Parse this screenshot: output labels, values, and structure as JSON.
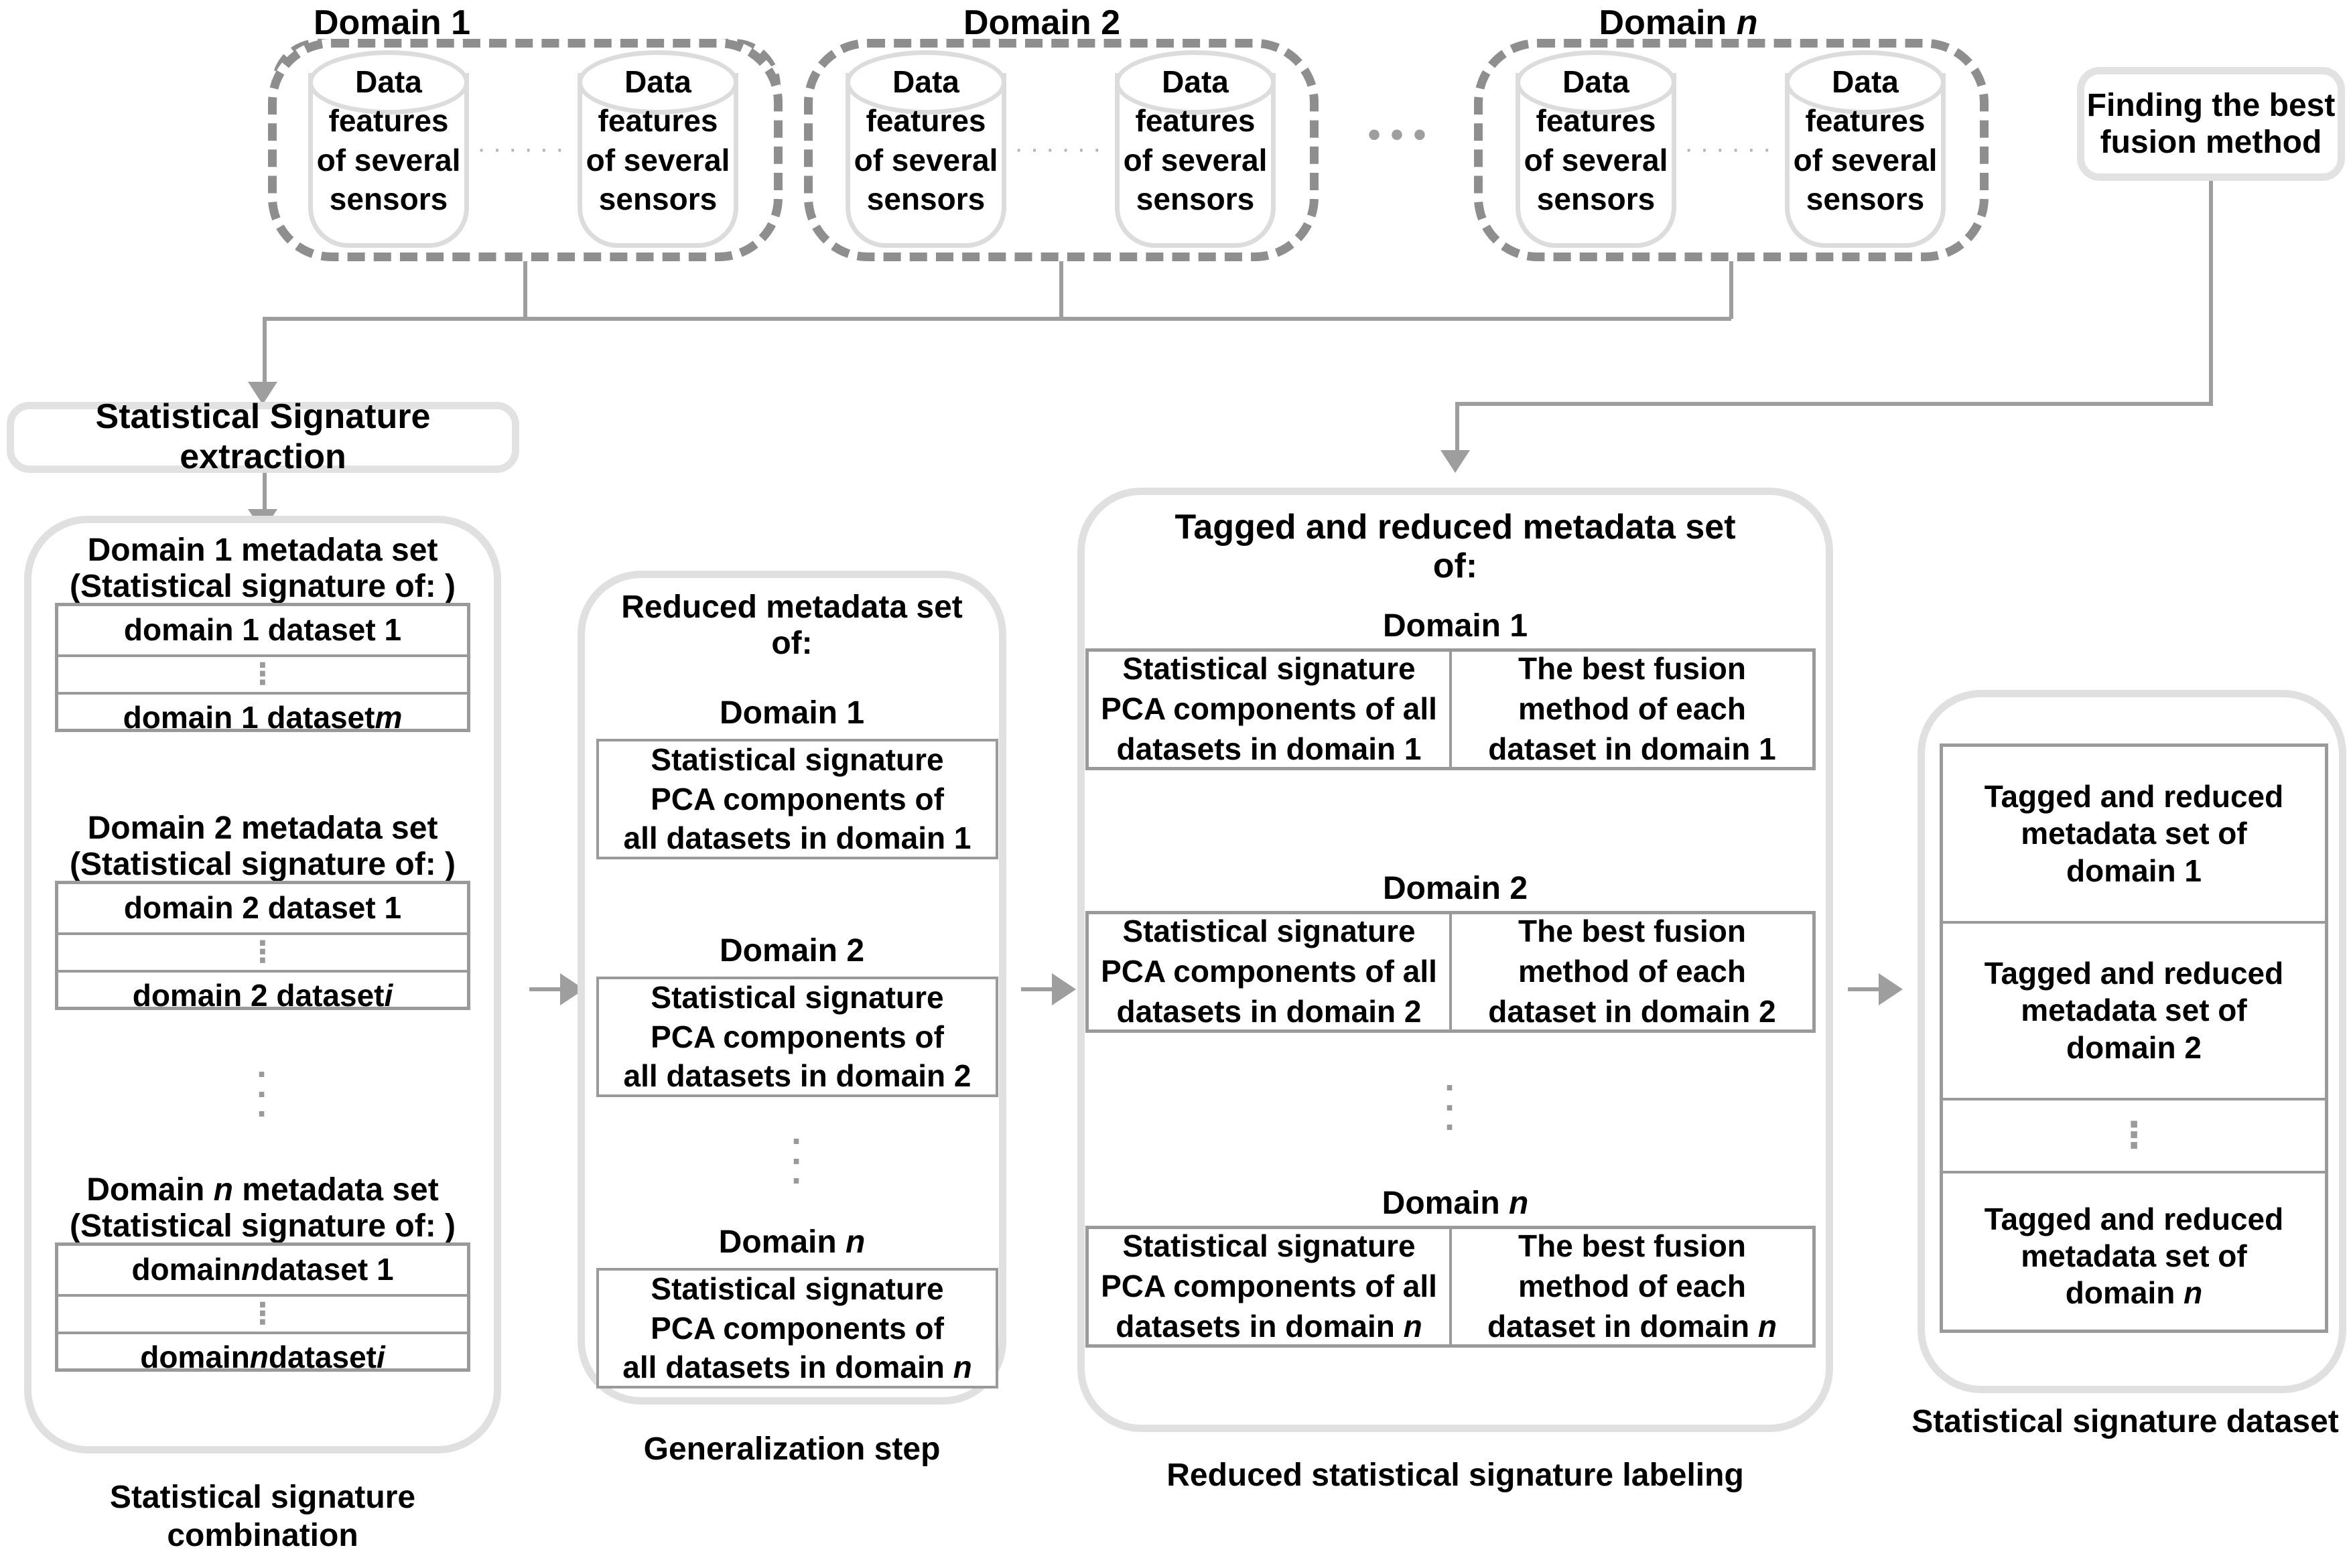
{
  "diagram": {
    "title": "Statistical signature dataset construction workflow",
    "colors": {
      "dashed_group_border": "#8e8e8e",
      "rounded_container_border": "#e0e0e0",
      "table_border": "#9a9a9a",
      "connector": "#9e9e9e",
      "text": "#000000",
      "background": "#ffffff"
    }
  },
  "top": {
    "domains": [
      {
        "label": "Domain 1",
        "cylinders": [
          {
            "lines": [
              "Data",
              "features",
              "of several",
              "sensors"
            ]
          },
          {
            "lines": [
              "Data",
              "features",
              "of several",
              "sensors"
            ]
          }
        ],
        "inner_ellipsis": "······"
      },
      {
        "label": "Domain 2",
        "cylinders": [
          {
            "lines": [
              "Data",
              "features",
              "of several",
              "sensors"
            ]
          },
          {
            "lines": [
              "Data",
              "features",
              "of several",
              "sensors"
            ]
          }
        ],
        "inner_ellipsis": "······"
      },
      {
        "label": "Domain n",
        "label_plain": "Domain ",
        "label_italic": "n",
        "cylinders": [
          {
            "lines": [
              "Data",
              "features",
              "of several",
              "sensors"
            ]
          },
          {
            "lines": [
              "Data",
              "features",
              "of several",
              "sensors"
            ]
          }
        ],
        "inner_ellipsis": "······"
      }
    ],
    "between_groups_ellipsis": "• • •",
    "fusion_box": {
      "line1": "Finding the best",
      "line2": "fusion method"
    }
  },
  "extraction": {
    "label": "Statistical Signature extraction"
  },
  "col1": {
    "caption_line1": "Statistical signature",
    "caption_line2": "combination",
    "sections": [
      {
        "heading_line1": "Domain 1 metadata set",
        "heading_line2": "(Statistical signature of: )",
        "rows": [
          "domain 1 dataset 1",
          "⋮",
          "domain 1 dataset m"
        ],
        "first_row": "domain 1 dataset 1",
        "last_row_plain": "domain 1 dataset ",
        "last_row_italic": "m"
      },
      {
        "heading_line1": "Domain 2 metadata set",
        "heading_line2": "(Statistical signature of: )",
        "first_row": "domain 2 dataset 1",
        "last_row_plain": "domain 2 dataset ",
        "last_row_italic": "i"
      },
      {
        "heading_line1_plain": "Domain ",
        "heading_line1_italic": "n",
        "heading_line1_rest": " metadata set",
        "heading_line2": "(Statistical signature of: )",
        "first_row_plain": "domain ",
        "first_row_italic": "n",
        "first_row_rest": " dataset 1",
        "last_row_plain": "domain ",
        "last_row_italic": "n",
        "last_row_rest": " dataset ",
        "last_row_italic2": "i"
      }
    ]
  },
  "col2": {
    "heading_line1": "Reduced metadata set",
    "heading_line2": "of:",
    "caption": "Generalization step",
    "sections": [
      {
        "domain_label": "Domain 1",
        "box_line1": "Statistical signature",
        "box_line2": "PCA components of",
        "box_line3": "all datasets in domain 1"
      },
      {
        "domain_label": "Domain 2",
        "box_line1": "Statistical signature",
        "box_line2": "PCA components of",
        "box_line3": "all datasets in domain 2"
      },
      {
        "domain_label_plain": "Domain ",
        "domain_label_italic": "n",
        "box_line1": "Statistical signature",
        "box_line2": "PCA components of",
        "box_line3_plain": "all datasets in domain ",
        "box_line3_italic": "n"
      }
    ]
  },
  "col3": {
    "heading_line1": "Tagged and reduced metadata set",
    "heading_line2": "of:",
    "caption": "Reduced statistical signature labeling",
    "sections": [
      {
        "domain_label": "Domain 1",
        "left_line1": "Statistical signature",
        "left_line2": "PCA components of all",
        "left_line3": "datasets in domain 1",
        "right_line1": "The best fusion",
        "right_line2": "method of each",
        "right_line3": "dataset in domain 1"
      },
      {
        "domain_label": "Domain 2",
        "left_line1": "Statistical signature",
        "left_line2": "PCA components of all",
        "left_line3": "datasets in domain 2",
        "right_line1": "The best fusion",
        "right_line2": "method of each",
        "right_line3": "dataset in domain 2"
      },
      {
        "domain_label_plain": "Domain ",
        "domain_label_italic": "n",
        "left_line1": "Statistical signature",
        "left_line2": "PCA components of all",
        "left_line3_plain": "datasets in domain ",
        "left_line3_italic": "n",
        "right_line1": "The best fusion",
        "right_line2": "method of each",
        "right_line3_plain": "dataset in domain ",
        "right_line3_italic": "n"
      }
    ]
  },
  "col4": {
    "caption": "Statistical signature dataset",
    "rows": [
      {
        "line1": "Tagged and reduced",
        "line2": "metadata set of",
        "line3": "domain 1"
      },
      {
        "line1": "Tagged and reduced",
        "line2": "metadata set of",
        "line3": "domain 2"
      },
      {
        "ellipsis": true
      },
      {
        "line1": "Tagged and reduced",
        "line2": "metadata set of",
        "line3_plain": "domain ",
        "line3_italic": "n"
      }
    ]
  }
}
